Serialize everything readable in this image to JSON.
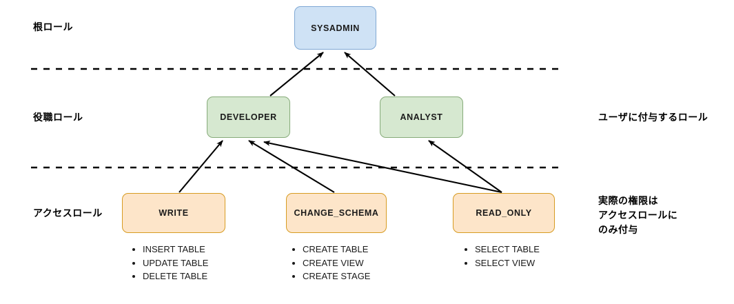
{
  "diagram": {
    "title_visible": false,
    "colors": {
      "root_fill": "#cfe2f5",
      "root_stroke": "#7fa8d4",
      "job_fill": "#d6e8d0",
      "job_stroke": "#86ab79",
      "access_fill": "#fde5c9",
      "access_stroke": "#d79b20",
      "edge": "#000000",
      "divider": "#000000",
      "text": "#1a1a1a"
    },
    "tier_labels": [
      {
        "id": "root",
        "text": "根ロール"
      },
      {
        "id": "job",
        "text": "役職ロール"
      },
      {
        "id": "access",
        "text": "アクセスロール"
      }
    ],
    "side_notes": [
      {
        "id": "job-note",
        "text": "ユーザに付与するロール"
      },
      {
        "id": "access-note-line1",
        "text": "実際の権限は"
      },
      {
        "id": "access-note-line2",
        "text": "アクセスロールに"
      },
      {
        "id": "access-note-line3",
        "text": "のみ付与"
      }
    ],
    "nodes": [
      {
        "id": "sysadmin",
        "label": "SYSADMIN",
        "tier": "root"
      },
      {
        "id": "developer",
        "label": "DEVELOPER",
        "tier": "job"
      },
      {
        "id": "analyst",
        "label": "ANALYST",
        "tier": "job"
      },
      {
        "id": "write",
        "label": "WRITE",
        "tier": "access"
      },
      {
        "id": "change_schema",
        "label": "CHANGE_SCHEMA",
        "tier": "access"
      },
      {
        "id": "read_only",
        "label": "READ_ONLY",
        "tier": "access"
      }
    ],
    "privileges": {
      "write": [
        "INSERT TABLE",
        "UPDATE TABLE",
        "DELETE TABLE"
      ],
      "change_schema": [
        "CREATE TABLE",
        "CREATE VIEW",
        "CREATE STAGE"
      ],
      "read_only": [
        "SELECT TABLE",
        "SELECT VIEW"
      ]
    },
    "edges": [
      {
        "from": "developer",
        "to": "sysadmin"
      },
      {
        "from": "analyst",
        "to": "sysadmin"
      },
      {
        "from": "write",
        "to": "developer"
      },
      {
        "from": "change_schema",
        "to": "developer"
      },
      {
        "from": "read_only",
        "to": "developer"
      },
      {
        "from": "read_only",
        "to": "analyst"
      }
    ],
    "dividers": [
      {
        "id": "divider-root-job"
      },
      {
        "id": "divider-job-access"
      }
    ]
  }
}
